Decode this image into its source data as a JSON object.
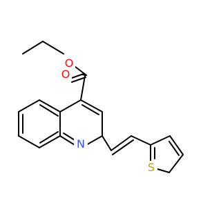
{
  "molecule": {
    "atoms": {
      "O_carbonyl": {
        "symbol": "O",
        "color": "#ff0d0d"
      },
      "O_ester": {
        "symbol": "O",
        "color": "#ff0d0d"
      },
      "N1": {
        "symbol": "N",
        "color": "#3050f8"
      },
      "S1": {
        "symbol": "S",
        "color": "#c8a000"
      }
    },
    "bond_color": "#000000"
  }
}
